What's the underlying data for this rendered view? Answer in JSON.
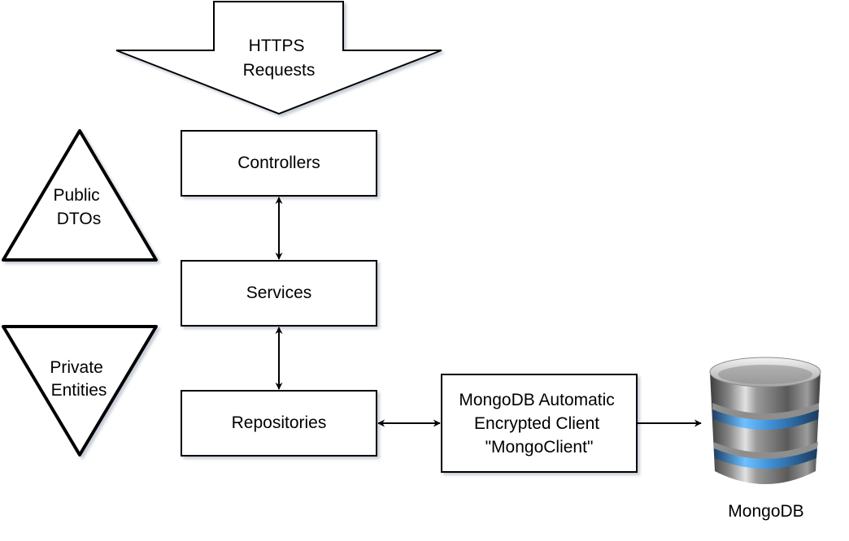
{
  "nodes": {
    "https_requests": [
      "HTTPS",
      "Requests"
    ],
    "public_dtos": [
      "Public",
      "DTOs"
    ],
    "private_entities": [
      "Private",
      "Entities"
    ],
    "controllers": "Controllers",
    "services": "Services",
    "repositories": "Repositories",
    "mongo_client": [
      "MongoDB Automatic",
      "Encrypted Client",
      "\"MongoClient\""
    ],
    "mongodb": "MongoDB"
  },
  "edges": [
    {
      "from": "controllers",
      "to": "services",
      "direction": "both"
    },
    {
      "from": "services",
      "to": "repositories",
      "direction": "both"
    },
    {
      "from": "repositories",
      "to": "mongo_client",
      "direction": "both"
    },
    {
      "from": "mongo_client",
      "to": "mongodb",
      "direction": "forward"
    }
  ],
  "colors": {
    "stroke": "#000000",
    "fill": "#ffffff",
    "db_band": "#4a9fe0",
    "db_body": "#6b6b6b"
  },
  "icons": {
    "mongodb": "database-cylinder-icon"
  }
}
